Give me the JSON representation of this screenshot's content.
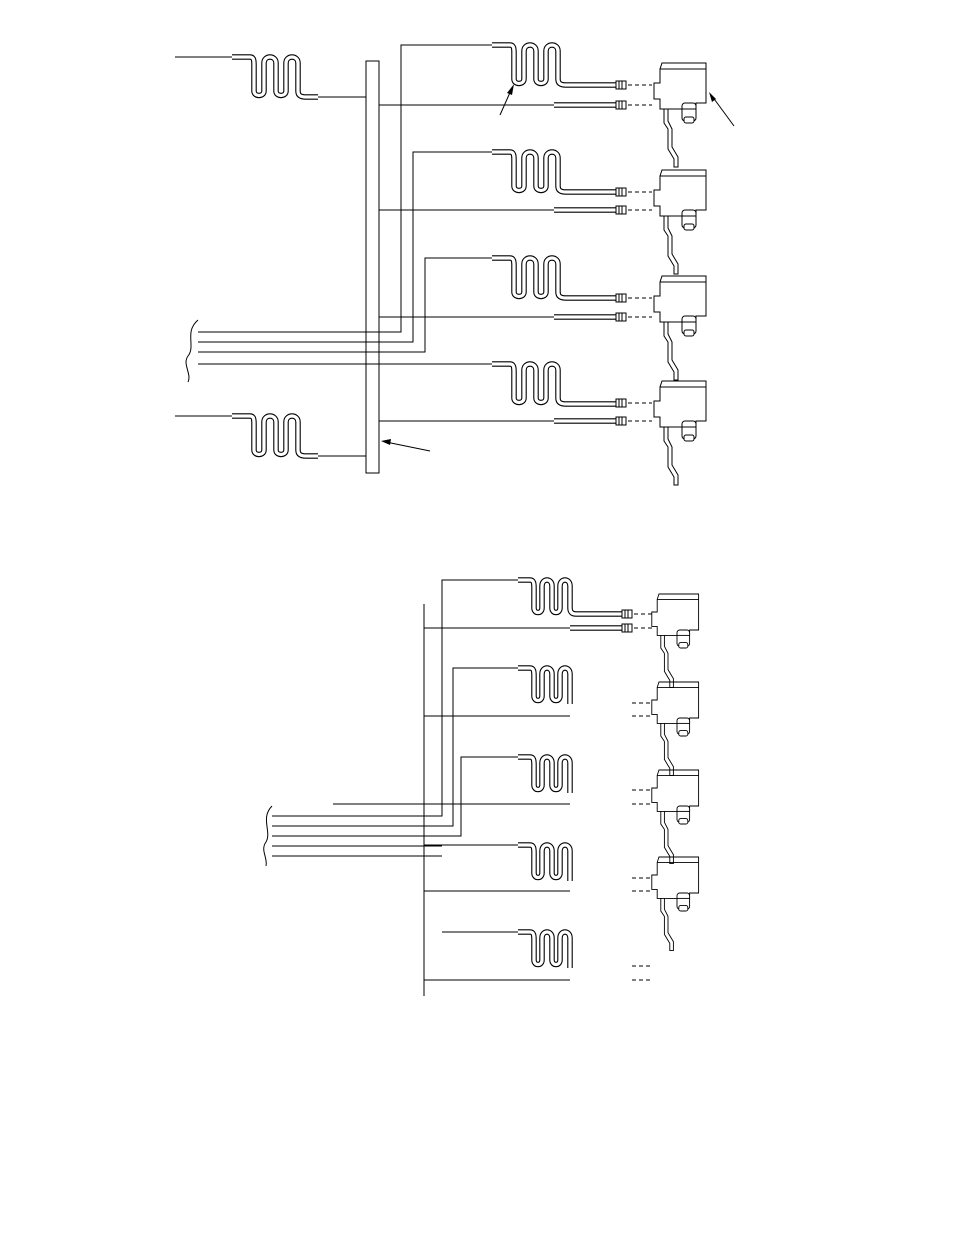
{
  "diagrams": [
    {
      "id": "upper",
      "valve_count": 4,
      "has_arrows": true
    },
    {
      "id": "lower",
      "valve_count": 4,
      "coil_count": 5
    }
  ],
  "colors": {
    "ink": "#000000",
    "paper": "#ffffff"
  }
}
